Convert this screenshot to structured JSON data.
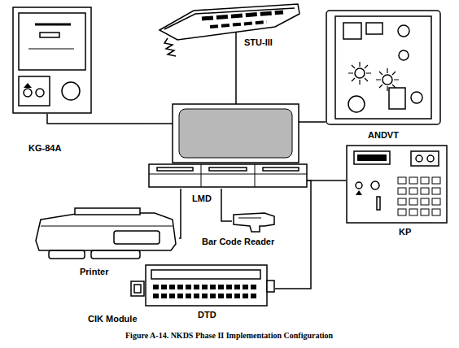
{
  "diagram": {
    "caption": "Figure A-14. NKDS Phase II Implementation Configuration",
    "nodes": [
      {
        "text": [
          "KG-84A"
        ]
      },
      {
        "text": [
          "STU-III"
        ]
      },
      {
        "text": [
          "ANDVT"
        ]
      },
      {
        "text": [
          "LMD"
        ]
      },
      {
        "text": [
          "KP"
        ]
      },
      {
        "text": [
          "Printer"
        ]
      },
      {
        "text": [
          "Bar Code Reader"
        ]
      },
      {
        "text": [
          "CIK Module"
        ]
      },
      {
        "text": [
          "DTD"
        ]
      }
    ],
    "edges": [
      {
        "from": 0,
        "to": 3,
        "arrow": "none"
      },
      {
        "from": 1,
        "to": 3,
        "arrow": "none"
      },
      {
        "from": 3,
        "to": 2,
        "arrow": "none"
      },
      {
        "from": 3,
        "to": 5,
        "arrow": "none"
      },
      {
        "from": 3,
        "to": 6,
        "arrow": "none"
      },
      {
        "from": 3,
        "to": 4,
        "arrow": "none"
      },
      {
        "from": 8,
        "to": 3,
        "arrow": "none"
      },
      {
        "from": 7,
        "to": 8,
        "arrow": "none"
      }
    ]
  }
}
